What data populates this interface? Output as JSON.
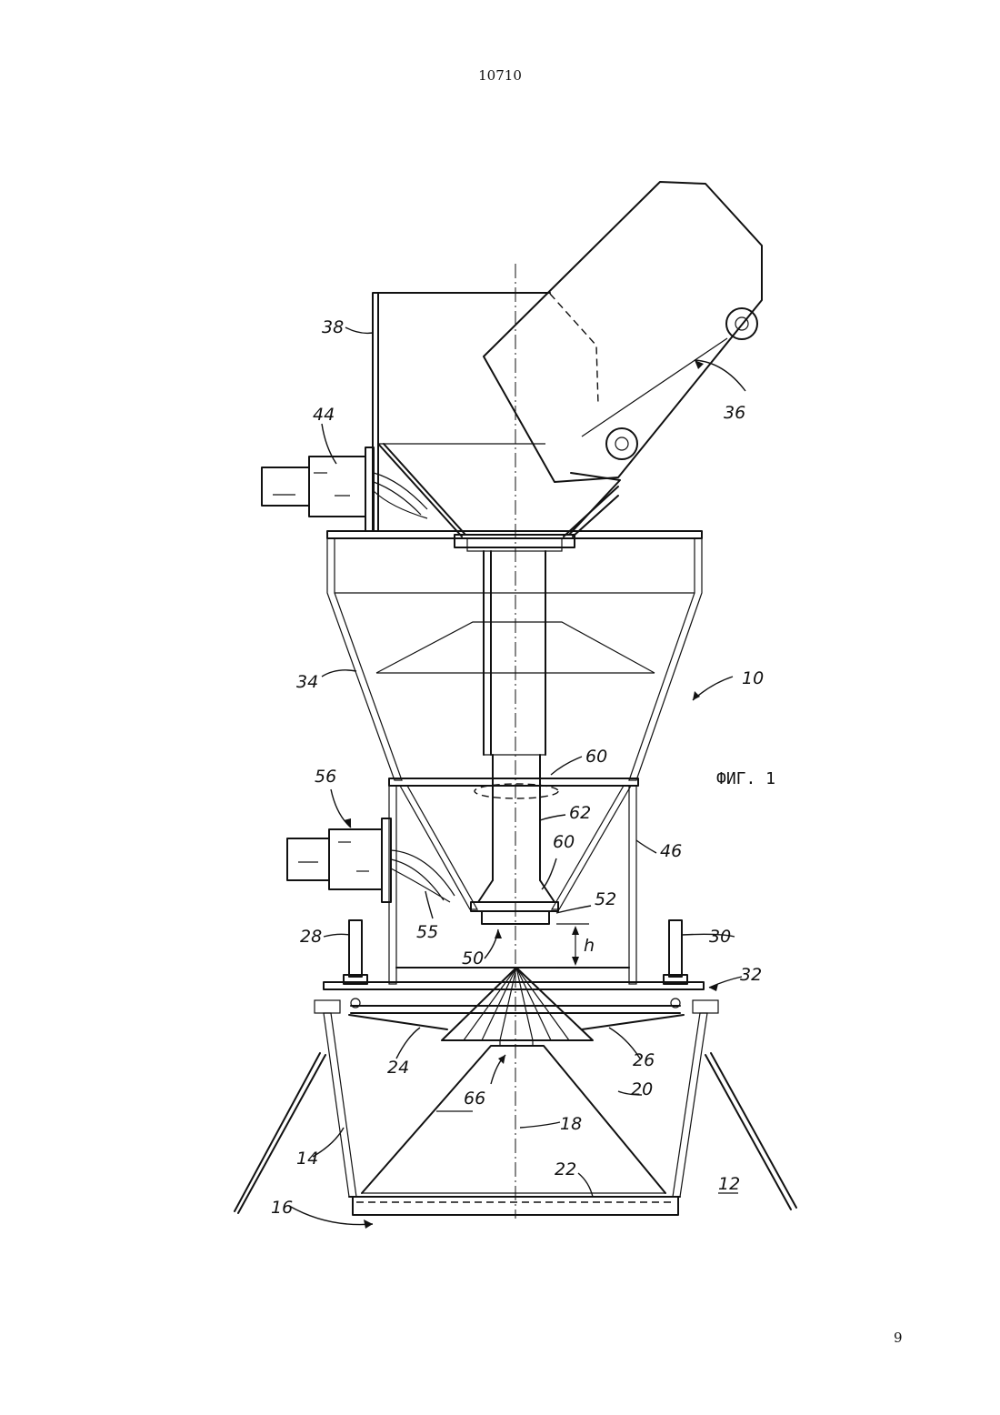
{
  "header": {
    "document_number": "10710"
  },
  "footer": {
    "page_number": "9"
  },
  "figure": {
    "caption": "ФИГ. 1",
    "labels": [
      "38",
      "44",
      "36",
      "34",
      "10",
      "60",
      "56",
      "62",
      "46",
      "60",
      "52",
      "55",
      "28",
      "30",
      "50",
      "h",
      "32",
      "24",
      "26",
      "66",
      "20",
      "18",
      "14",
      "22",
      "12",
      "16"
    ]
  }
}
